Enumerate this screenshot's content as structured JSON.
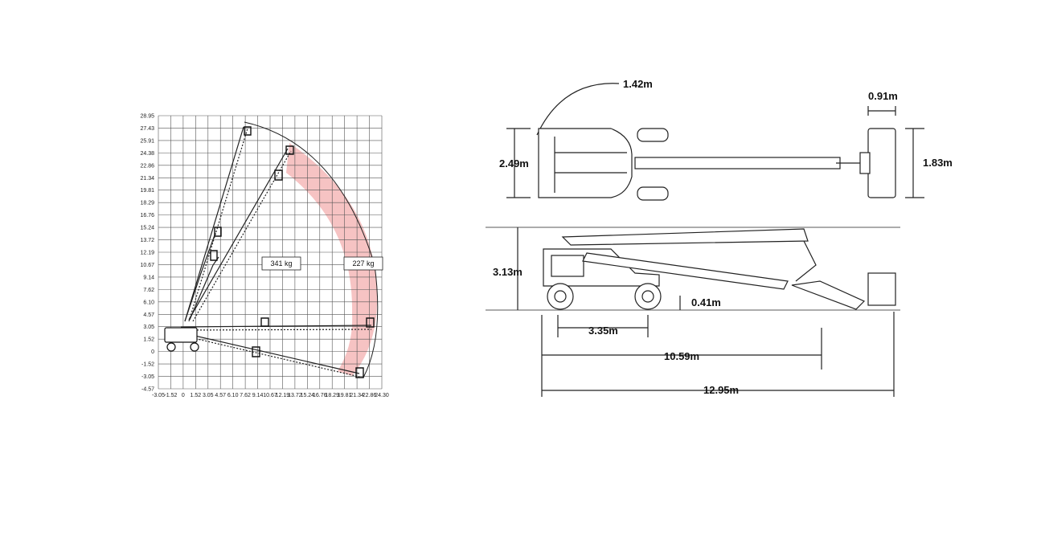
{
  "range_chart": {
    "y_ticks": [
      "28.95",
      "27.43",
      "25.91",
      "24.38",
      "22.86",
      "21.34",
      "19.81",
      "18.29",
      "16.76",
      "15.24",
      "13.72",
      "12.19",
      "10.67",
      "9.14",
      "7.62",
      "6.10",
      "4.57",
      "3.05",
      "1.52",
      "0",
      "-1.52",
      "-3.05",
      "-4.57"
    ],
    "x_ticks": [
      "-3.05",
      "-1.52",
      "0",
      "1.52",
      "3.05",
      "4.57",
      "6.10",
      "7.62",
      "9.14",
      "10.67",
      "12.19",
      "13.72",
      "15.24",
      "16.76",
      "18.29",
      "19.81",
      "21.34",
      "22.86",
      "24.30"
    ],
    "capacity_inner": "341 kg",
    "capacity_outer": "227 kg",
    "zone_color": "#f4b8b8"
  },
  "dimensions": {
    "swing_radius": "1.42m",
    "platform_depth": "0.91m",
    "overall_width": "2.49m",
    "platform_width": "1.83m",
    "stowed_height": "3.13m",
    "ground_clearance": "0.41m",
    "wheelbase": "3.35m",
    "stowed_length_short": "10.59m",
    "stowed_length_overall": "12.95m"
  }
}
